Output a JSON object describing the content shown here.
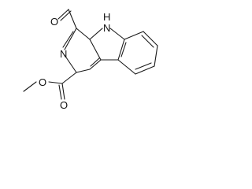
{
  "molecule": {
    "atom_labels": {
      "aldehyde_oxygen": "O",
      "indole_nh": "H",
      "indole_n": "N",
      "pyridine_n": "N",
      "ester_carbonyl_oxygen": "O",
      "ester_ether_oxygen": "O"
    }
  }
}
